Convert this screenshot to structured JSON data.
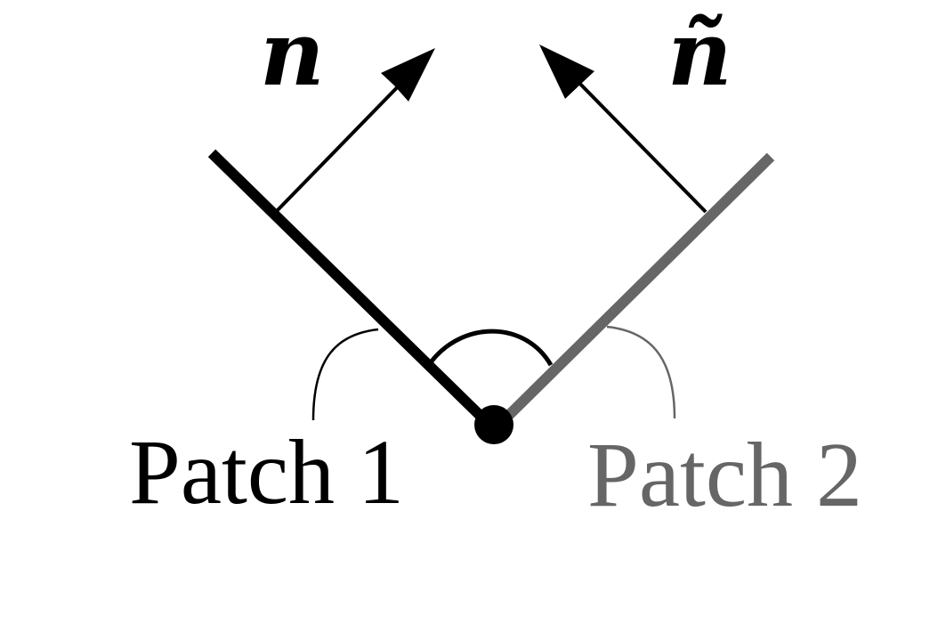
{
  "labels": {
    "normal_1": "n",
    "normal_2": "ñ",
    "patch_1": "Patch 1",
    "patch_2": "Patch 2"
  },
  "colors": {
    "patch_1": "#000000",
    "patch_2": "#666666",
    "background": "#ffffff"
  }
}
